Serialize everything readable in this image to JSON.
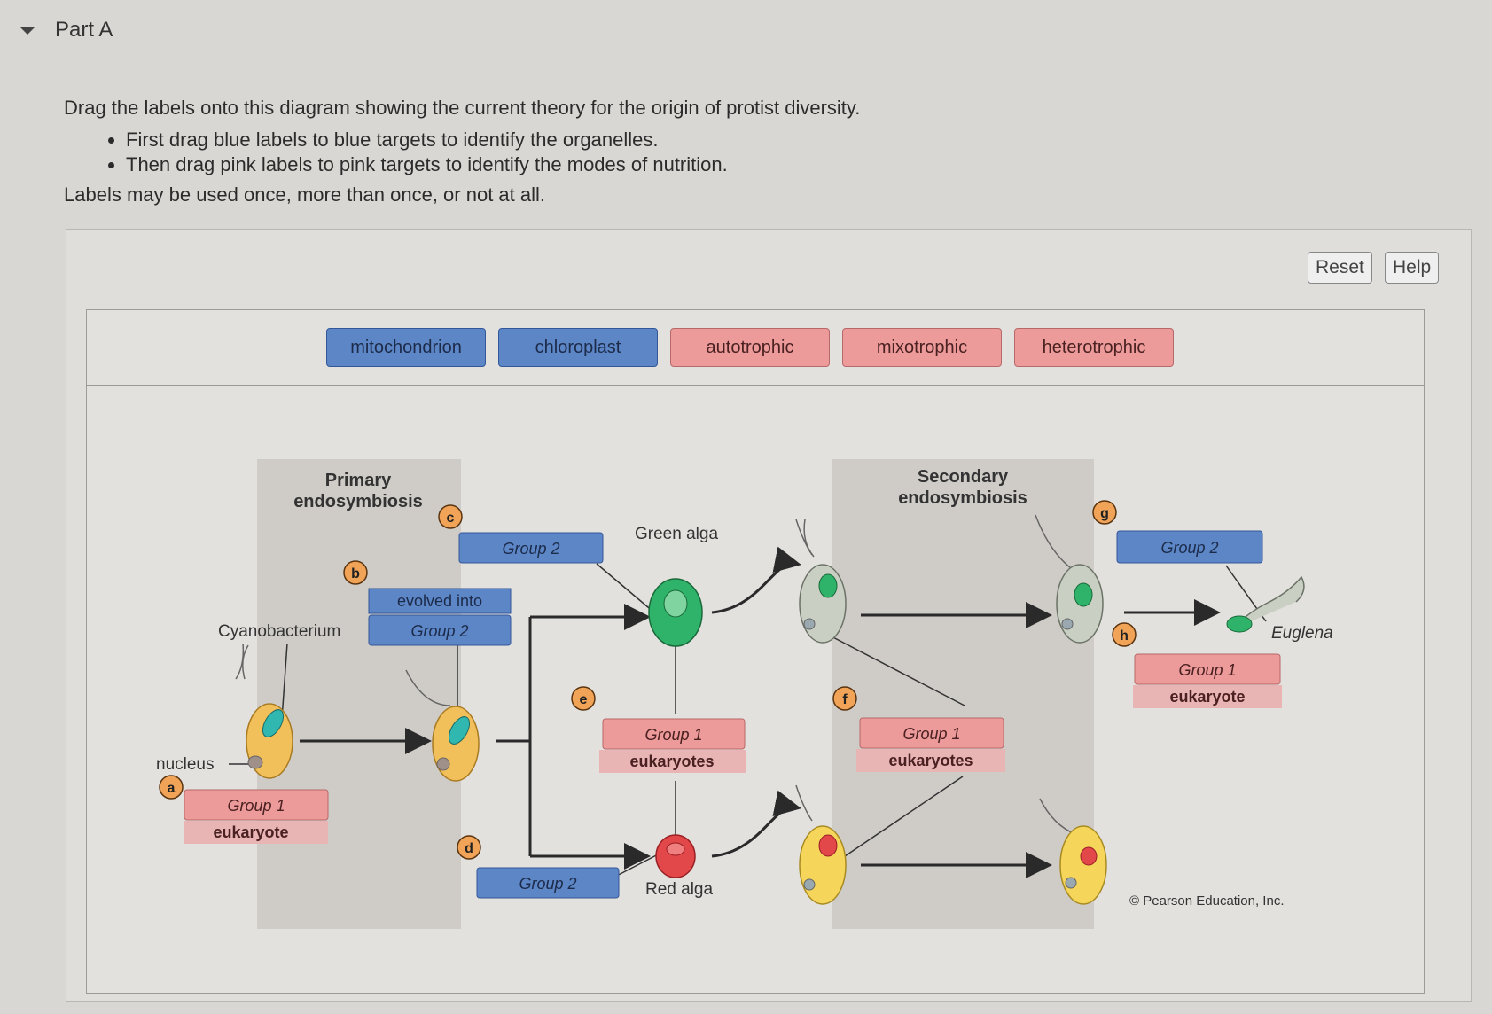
{
  "part": {
    "title": "Part A"
  },
  "instructions": {
    "intro": "Drag the labels onto this diagram showing the current theory for the origin of protist diversity.",
    "bullets": [
      "First drag blue labels to blue targets to identify the organelles.",
      "Then drag pink labels to pink targets to identify the modes of nutrition."
    ],
    "note": "Labels may be used once, more than once, or not at all."
  },
  "toolbar": {
    "reset": "Reset",
    "help": "Help"
  },
  "label_bank": {
    "blue": [
      "mitochondrion",
      "chloroplast"
    ],
    "pink": [
      "autotrophic",
      "mixotrophic",
      "heterotrophic"
    ]
  },
  "diagram": {
    "panels": {
      "primary_line1": "Primary",
      "primary_line2": "endosymbiosis",
      "secondary_line1": "Secondary",
      "secondary_line2": "endosymbiosis"
    },
    "organisms": {
      "cyanobacterium": "Cyanobacterium",
      "nucleus": "nucleus",
      "green_alga": "Green alga",
      "red_alga": "Red alga",
      "euglena": "Euglena"
    },
    "letters": [
      "a",
      "b",
      "c",
      "d",
      "e",
      "f",
      "g",
      "h"
    ],
    "targets": {
      "b_top": "evolved into",
      "b": "Group 2",
      "c": "Group 2",
      "d": "Group 2",
      "g": "Group 2",
      "a_top": "Group 1",
      "a_bottom": "eukaryote",
      "e_top": "Group 1",
      "e_bottom": "eukaryotes",
      "f_top": "Group 1",
      "f_bottom": "eukaryotes",
      "h_top": "Group 1",
      "h_bottom": "eukaryote"
    },
    "copyright": "© Pearson Education, Inc."
  },
  "colors": {
    "blue_label": "#5d86c6",
    "pink_label": "#ec9a9a",
    "green_alga": "#2fb36a",
    "red_alga": "#e2474a",
    "host": "#f2c05a",
    "badge": "#f1a457"
  }
}
